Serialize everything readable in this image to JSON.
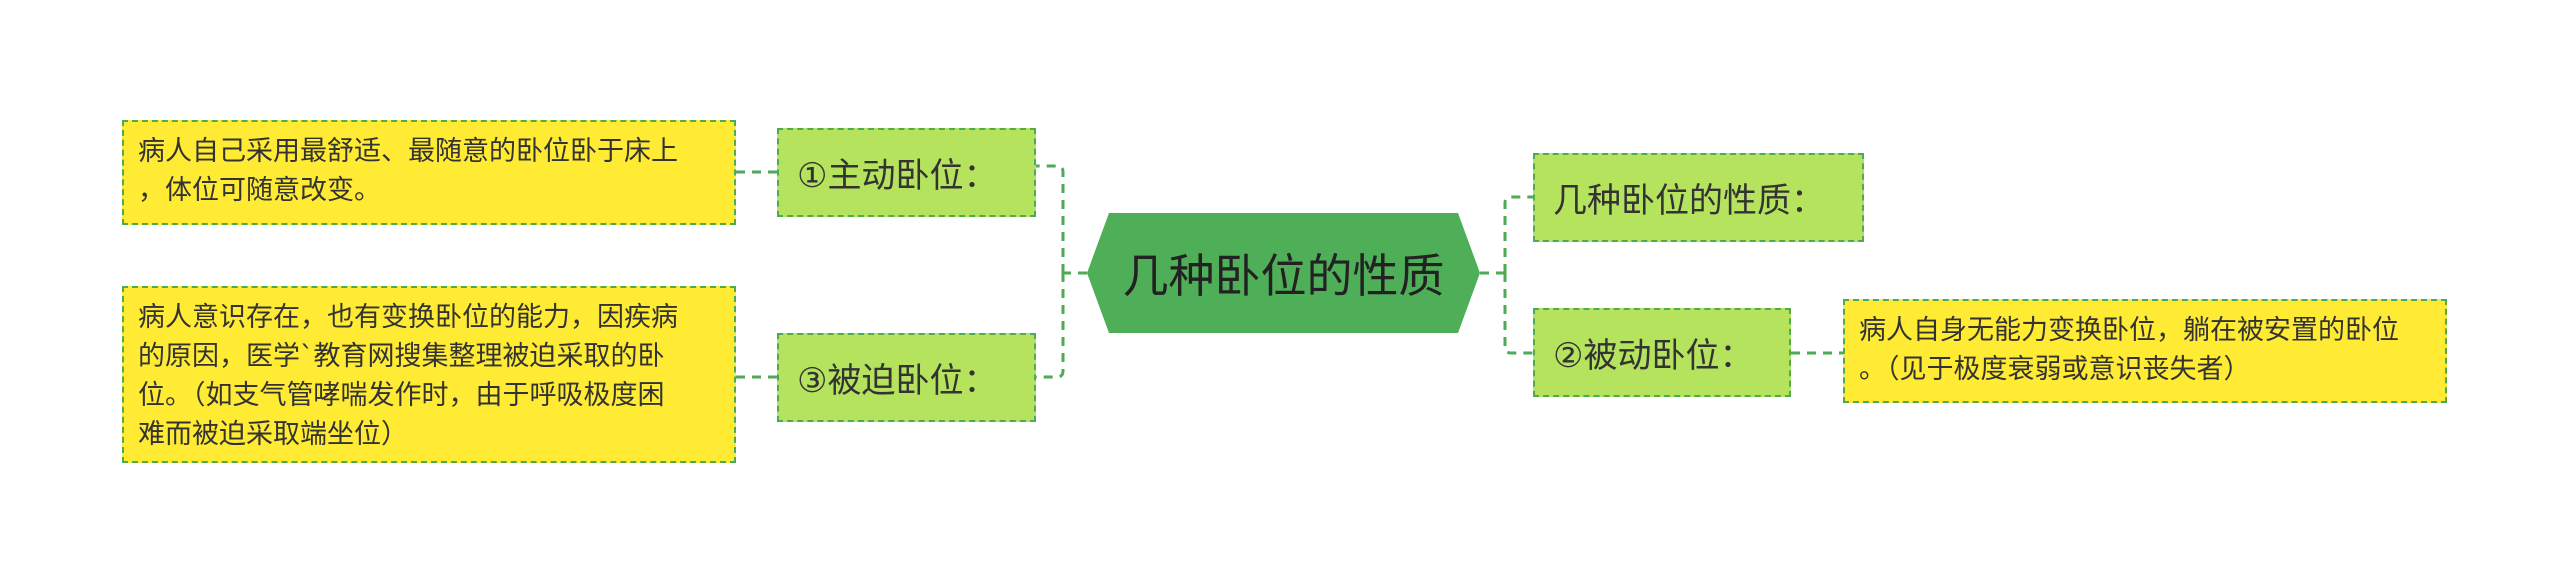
{
  "center": {
    "title": "几种卧位的性质"
  },
  "branches": {
    "active": {
      "label": "①主动卧位：",
      "lines": [
        "病人自己采用最舒适、最随意的卧位卧于床上",
        "，体位可随意改变。"
      ]
    },
    "forced": {
      "label": "③被迫卧位：",
      "lines": [
        "病人意识存在，也有变换卧位的能力，因疾病",
        "的原因，医学`教育网搜集整理被迫采取的卧",
        "位。（如支气管哮喘发作时，由于呼吸极度困",
        "难而被迫采取端坐位）"
      ]
    },
    "nature": {
      "label": "几种卧位的性质："
    },
    "passive": {
      "label": "②被动卧位：",
      "lines": [
        "病人自身无能力变换卧位，躺在被安置的卧位",
        "。（见于极度衰弱或意识丧失者）"
      ]
    }
  },
  "colors": {
    "center_fill": "#4fae58",
    "branch_fill": "#b6e35d",
    "detail_fill": "#ffeb33",
    "connector": "#4daa55"
  }
}
